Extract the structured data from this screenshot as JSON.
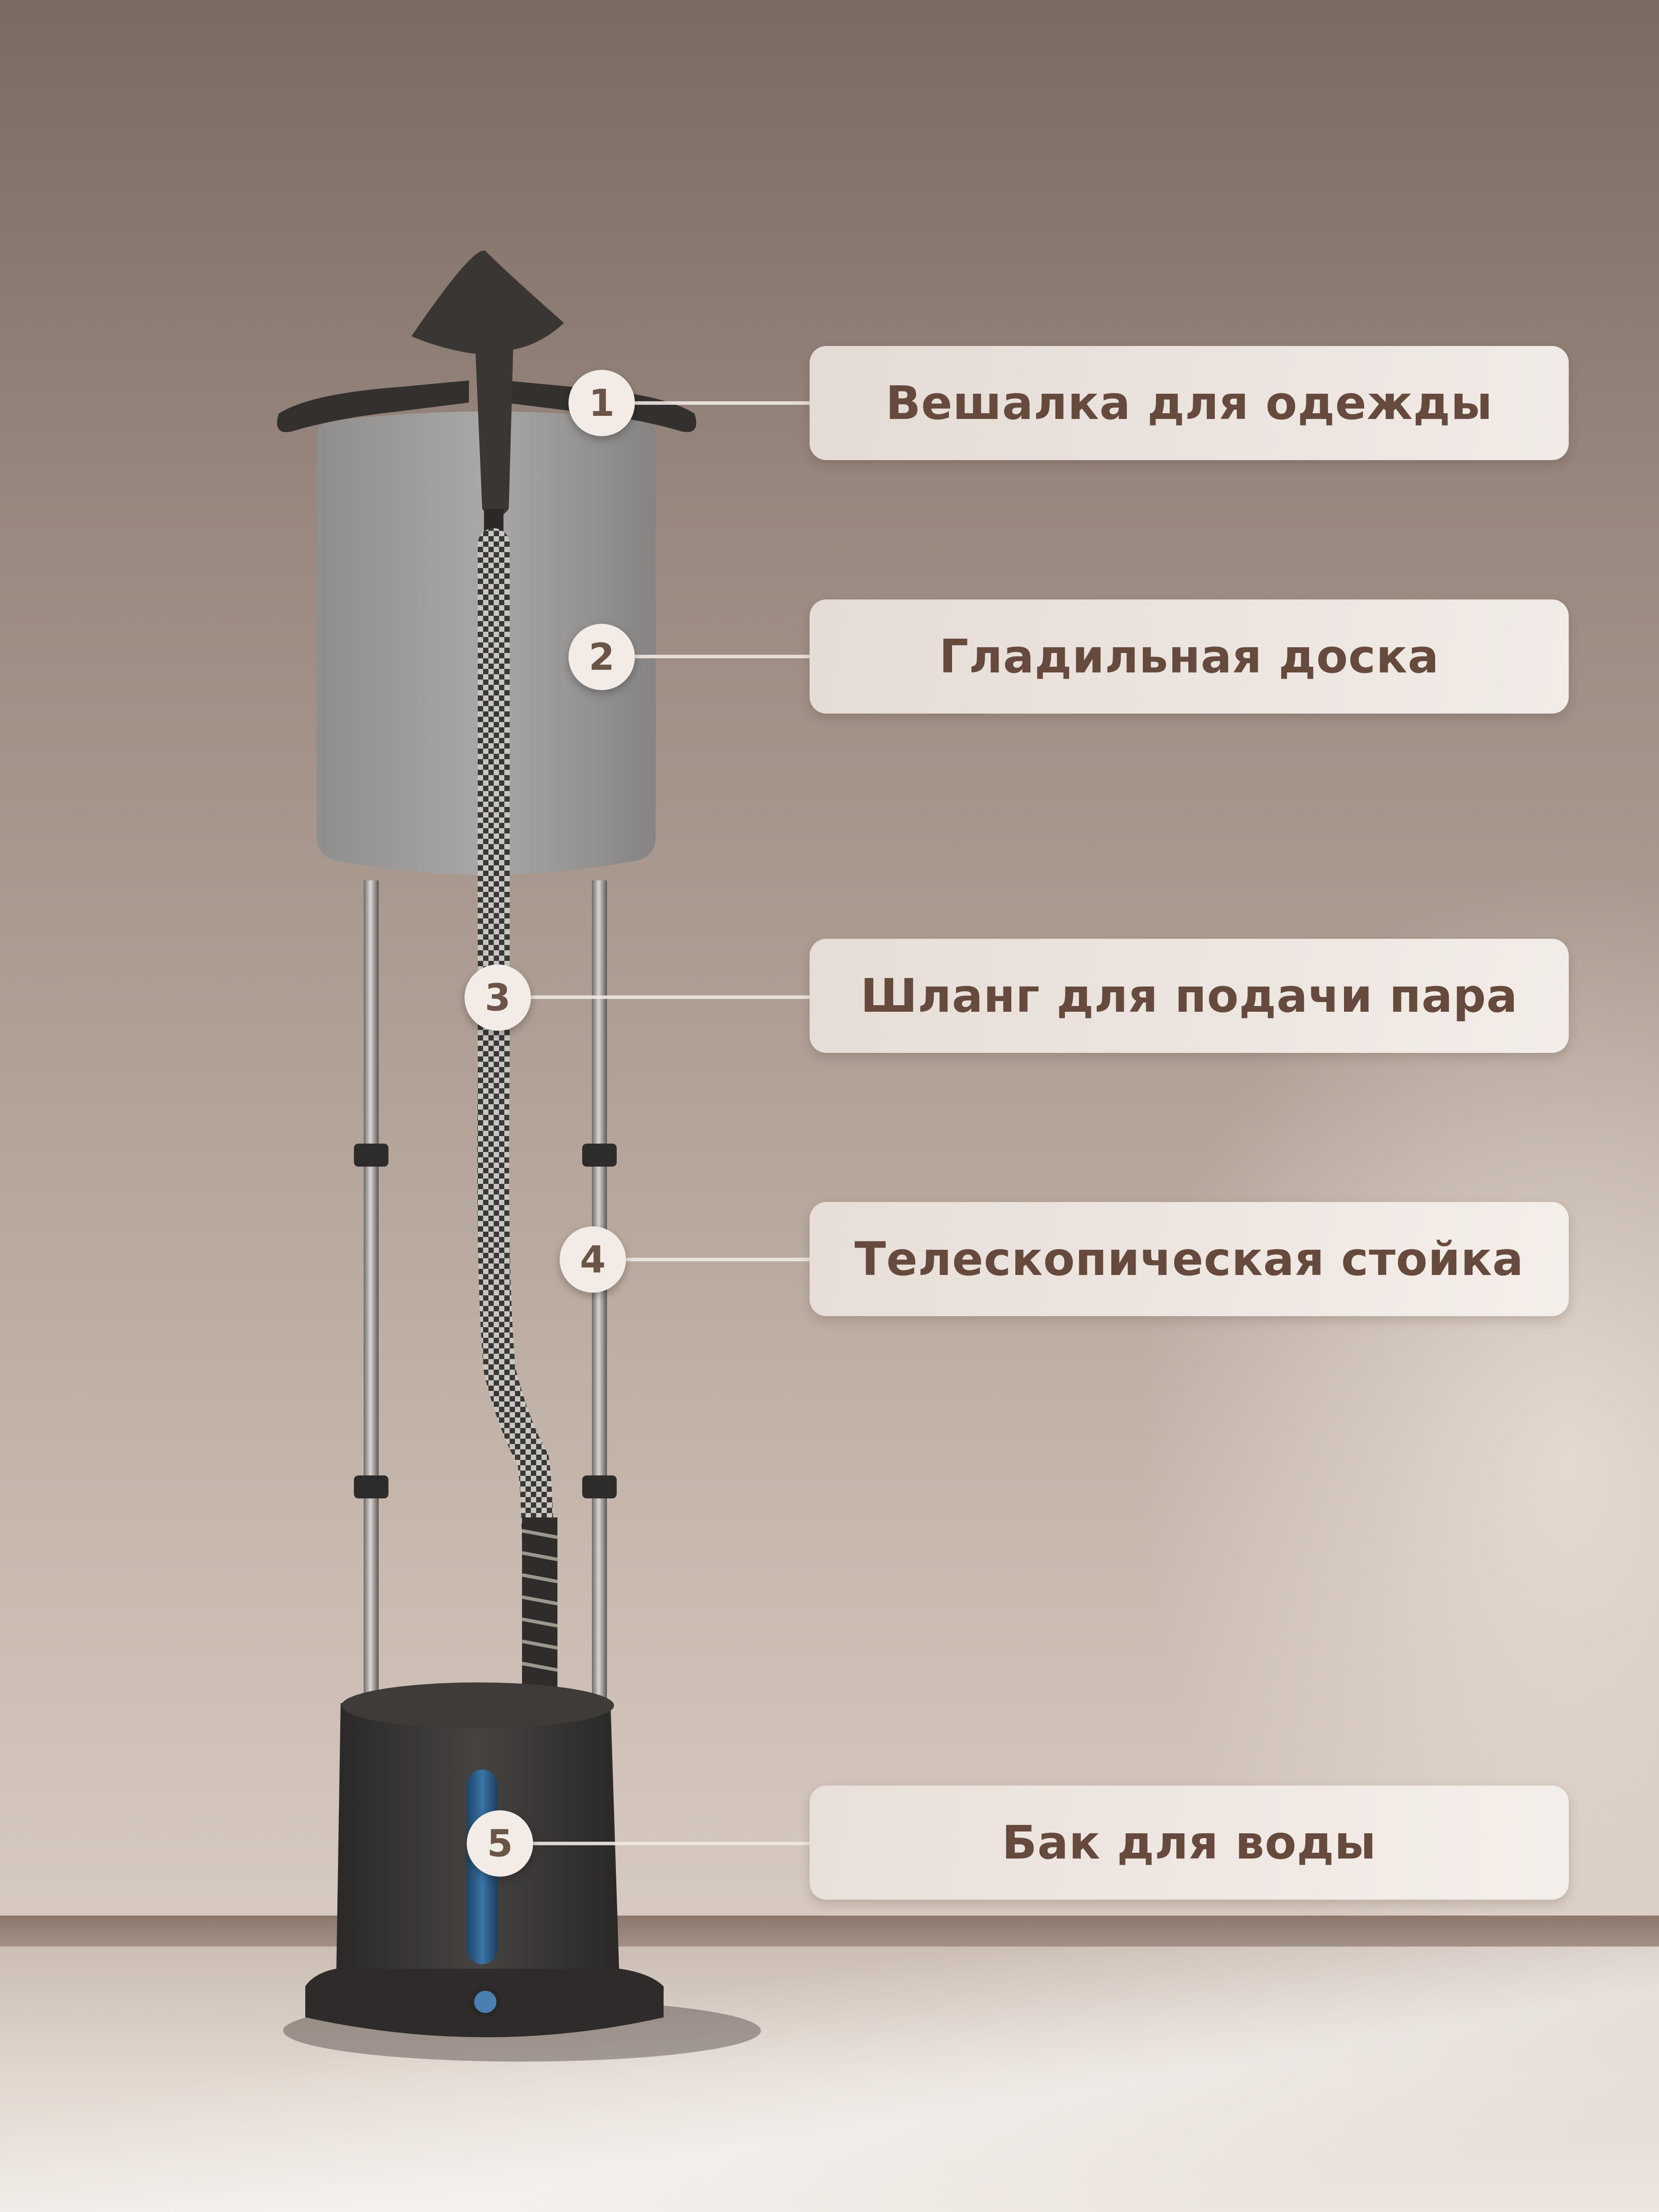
{
  "callouts": [
    {
      "number": "1",
      "label": "Вешалка для одежды"
    },
    {
      "number": "2",
      "label": "Гладильная доска"
    },
    {
      "number": "3",
      "label": "Шланг для подачи пара"
    },
    {
      "number": "4",
      "label": "Телескопическая стойка"
    },
    {
      "number": "5",
      "label": "Бак для воды"
    }
  ],
  "colors": {
    "label_text": "#654a3d",
    "badge_bg": "#f2ebe6",
    "wall": "#a89890",
    "steamer_body": "#3d3a38",
    "water_window": "#2e5f8a"
  }
}
